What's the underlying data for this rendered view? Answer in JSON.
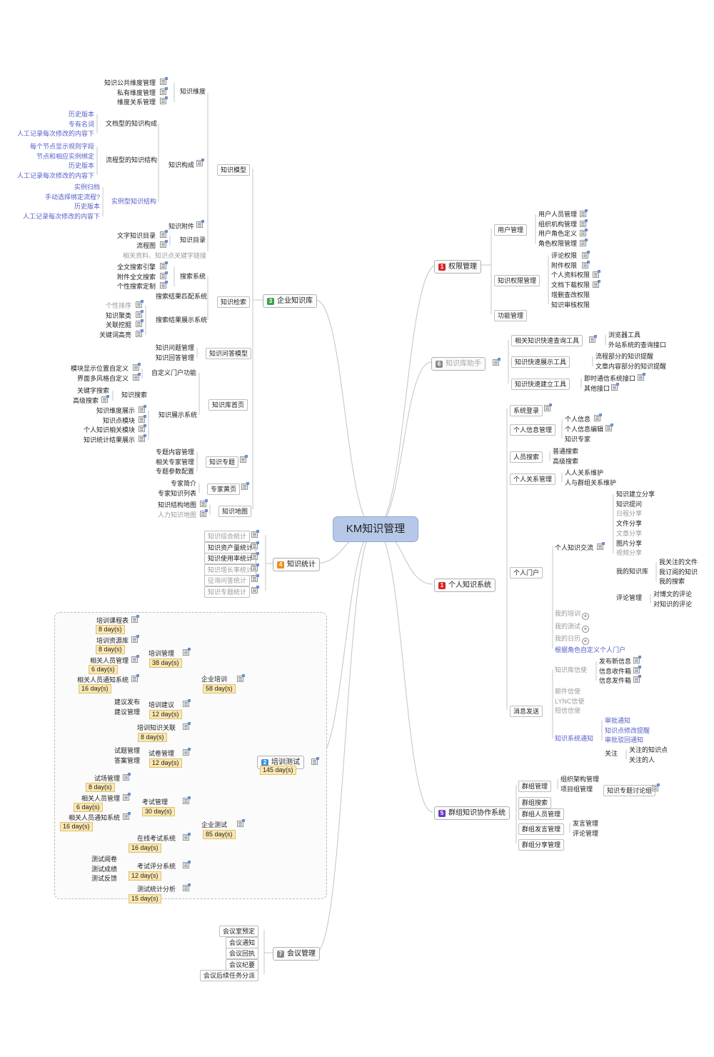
{
  "colors": {
    "badge_red": "#d8242a",
    "badge_green": "#3aa046",
    "badge_gray": "#8a8a8a",
    "badge_orange": "#f08c18",
    "badge_blue": "#3b8fe0",
    "badge_purple": "#6a3cc6",
    "central_fill": "#b6c8e8",
    "duration_fill": "#fbe7b0"
  },
  "central": {
    "label": "KM知识管理"
  },
  "topics": [
    {
      "id": "t1",
      "num": "1",
      "label": "权限管理",
      "color": "badge_red"
    },
    {
      "id": "t6",
      "num": "6",
      "label": "知识库助手",
      "color": "badge_gray"
    },
    {
      "id": "tp",
      "num": "1",
      "label": "个人知识系统",
      "color": "badge_red"
    },
    {
      "id": "t5",
      "num": "5",
      "label": "群组知识协作系统",
      "color": "badge_purple"
    },
    {
      "id": "t3",
      "num": "3",
      "label": "企业知识库",
      "color": "badge_green"
    },
    {
      "id": "t4",
      "num": "4",
      "label": "知识统计",
      "color": "badge_orange"
    },
    {
      "id": "t2",
      "num": "2",
      "label": "培训测试",
      "color": "badge_blue",
      "duration": "145 day(s)"
    },
    {
      "id": "t7",
      "num": "7",
      "label": "会议管理",
      "color": "badge_gray"
    }
  ],
  "quanxian": {
    "user_mgmt": "用户管理",
    "user_items": [
      "用户人员管理",
      "组织机构管理",
      "用户角色定义",
      "角色权限管理"
    ],
    "perm_mgmt": "知识权限管理",
    "perm_items": [
      "评论权限",
      "附件权限",
      "个人资料权限",
      "文档下载权限",
      "增删查改权限",
      "知识审核权限"
    ],
    "func_mgmt": "功能管理"
  },
  "assistant": {
    "q1": "相关知识快速查询工具",
    "q1_items": [
      "浏览器工具",
      "外站系统的查询接口"
    ],
    "q2": "知识快速展示工具",
    "q2_items": [
      "流程部分的知识提醒",
      "文章内容部分的知识提醒"
    ],
    "q3": "知识快速建立工具",
    "q3_items": [
      "即时通信系统接口",
      "其他接口"
    ]
  },
  "personal": {
    "login": "系统登录",
    "info": "个人信息管理",
    "info_items": [
      "个人信息",
      "个人信息编辑",
      "知识专家"
    ],
    "search": "人员搜索",
    "search_items": [
      "普通搜索",
      "高级搜索"
    ],
    "relation": "个人关系管理",
    "relation_items": [
      "人人关系维护",
      "人与群组关系维护"
    ],
    "portal": "个人门户",
    "exchange": "个人知识交流",
    "exchange_items": [
      "知识建立分享",
      "知识提问",
      "日程分享",
      "文件分享",
      "文章分享",
      "图片分享",
      "视频分享"
    ],
    "mykb": "我的知识库",
    "mykb_items": [
      "我关注的文件",
      "我订阅的知识",
      "我的搜索"
    ],
    "comment": "评论管理",
    "comment_items": [
      "对博文的评论",
      "对知识的评论"
    ],
    "portal_extra": [
      "我的培训",
      "我的测试",
      "我的日历"
    ],
    "portal_role": "根据角色自定义个人门户",
    "msg": "消息发送",
    "kb_msg": "知识库信使",
    "kb_msg_items": [
      "发布新信息",
      "信息收件箱",
      "信息发件箱"
    ],
    "msg_items": [
      "邮件信使",
      "LYNC信使",
      "短信信使"
    ],
    "sys_notice": "知识系统通知",
    "sys_notice_items": [
      "审批通知",
      "知识点修改提醒",
      "审批驳回通知"
    ],
    "follow": "关注",
    "follow_items": [
      "关注的知识点",
      "关注的人"
    ]
  },
  "group": {
    "g1": "群组管理",
    "g1_items": [
      "组织架构管理",
      "项目组管理"
    ],
    "g1_sub": "知识专题讨论组",
    "g2": "群组搜索",
    "g3": "群组人员管理",
    "g4": "群组发言管理",
    "g4_items": [
      "发言管理",
      "评论管理"
    ],
    "g5": "群组分享管理"
  },
  "enterprise": {
    "model": "知识模型",
    "dim": "知识维度",
    "dim_items": [
      "知识公共维度管理",
      "私有维度管理",
      "维度关系管理"
    ],
    "compose": "知识构成",
    "doc": "文档型的知识构成",
    "doc_items": [
      "历史版本",
      "专有名词",
      "人工记录每次修改的内容下"
    ],
    "flow": "流程型的知识结构",
    "flow_items": [
      "每个节点显示规则字段",
      "节点和相应实例绑定",
      "历史版本",
      "人工记录每次修改的内容下"
    ],
    "inst": "实例型知识结构",
    "inst_items": [
      "实例归档",
      "手动选择绑定流程?",
      "历史版本",
      "人工记录每次修改的内容下"
    ],
    "attach": "知识附件",
    "catalog": "知识目录",
    "catalog_items": [
      "文字知识目录",
      "流程图"
    ],
    "catalog_gray": "相关资料、知识点关键字链接",
    "retrieval": "知识检索",
    "engine": "搜索系统",
    "engine_items": [
      "全文搜索引擎",
      "附件全文搜索",
      "个性搜索定制"
    ],
    "match": "搜索结果匹配系统",
    "show": "搜索结果展示系统",
    "show_items": [
      "个性排序",
      "知识聚类",
      "关联挖掘",
      "关键词高亮"
    ],
    "qa": "知识问答模型",
    "qa_items": [
      "知识问题管理",
      "知识回答管理"
    ],
    "home": "知识库首页",
    "portal": "自定义门户功能",
    "portal_items": [
      "模块显示位置自定义",
      "界面多风格自定义"
    ],
    "ksearch": "知识搜索",
    "ksearch_items": [
      "关键字搜索",
      "高级搜索"
    ],
    "kshow": "知识展示系统",
    "kshow_items": [
      "知识维度展示",
      "知识点模块",
      "个人知识相关模块",
      "知识统计结果展示"
    ],
    "topic": "知识专题",
    "topic_items": [
      "专题内容管理",
      "相关专家管理",
      "专题参数配置"
    ],
    "expert": "专家黄页",
    "expert_items": [
      "专家简介",
      "专家知识列表"
    ],
    "map": "知识地图",
    "map_items": [
      "知识结构地图",
      "人力知识地图"
    ]
  },
  "stats": {
    "items": [
      "知识综合统计",
      "知识资产量统计",
      "知识使用率统计",
      "知识增长率统计",
      "征询问答统计",
      "知识专题统计"
    ]
  },
  "training": {
    "ent_train": "企业培训",
    "ent_train_dur": "58 day(s)",
    "train_mgmt": "培训管理",
    "train_mgmt_dur": "38 day(s)",
    "train_items": [
      {
        "label": "培训课程表",
        "dur": "8 day(s)"
      },
      {
        "label": "培训资源库",
        "dur": "8 day(s)"
      },
      {
        "label": "相关人员管理",
        "dur": "6 day(s)"
      },
      {
        "label": "相关人员通知系统",
        "dur": "16 day(s)"
      }
    ],
    "suggest": "培训建议",
    "suggest_dur": "12 day(s)",
    "suggest_items": [
      "建议发布",
      "建议管理"
    ],
    "assoc": "培训知识关联",
    "assoc_dur": "8 day(s)",
    "ent_test": "企业测试",
    "ent_test_dur": "85 day(s)",
    "paper": "试卷管理",
    "paper_dur": "12 day(s)",
    "paper_items": [
      "试题管理",
      "答案管理"
    ],
    "exam": "考试管理",
    "exam_dur": "30 day(s)",
    "exam_items": [
      {
        "label": "试场管理",
        "dur": "8 day(s)"
      },
      {
        "label": "相关人员管理",
        "dur": "6 day(s)"
      },
      {
        "label": "相关人员通知系统",
        "dur": "16 day(s)"
      }
    ],
    "online": "在线考试系统",
    "online_dur": "16 day(s)",
    "eval": "考试评分系统",
    "eval_dur": "12 day(s)",
    "eval_items": [
      "测试阅卷",
      "测试成绩",
      "测试反馈"
    ],
    "analysis": "测试统计分析",
    "analysis_dur": "15 day(s)"
  },
  "meeting": {
    "items": [
      "会议室预定",
      "会议通知",
      "会议回执",
      "会议纪要",
      "会议后续任务分派"
    ]
  }
}
